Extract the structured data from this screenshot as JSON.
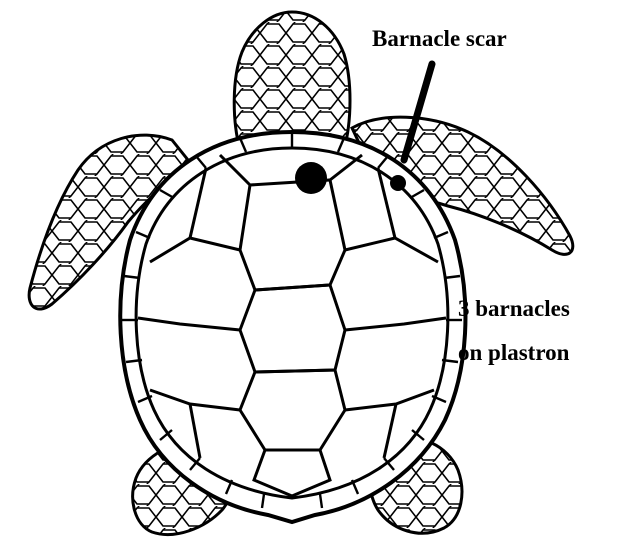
{
  "annotations": {
    "barnacle_scar": "Barnacle scar",
    "plastron_line1": "3 barnacles",
    "plastron_line2": "on plastron"
  },
  "colors": {
    "ink": "#000000",
    "paper": "#ffffff"
  }
}
